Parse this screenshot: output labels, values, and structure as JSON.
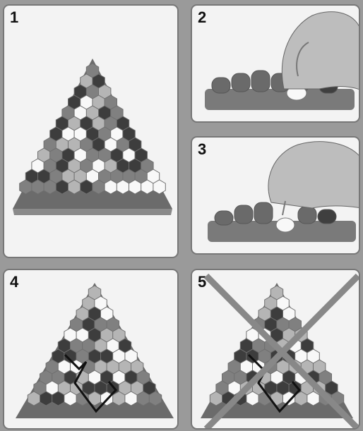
{
  "panels": [
    {
      "number": "1"
    },
    {
      "number": "2"
    },
    {
      "number": "3"
    },
    {
      "number": "4"
    },
    {
      "number": "5"
    }
  ],
  "colors": {
    "background": "#9a9a9a",
    "panel": "#f3f3f3",
    "board_base": "#707070",
    "peg_dark": "#3d3d3d",
    "peg_mid": "#808080",
    "peg_light": "#b5b5b5",
    "peg_white": "#f8f8f8"
  }
}
